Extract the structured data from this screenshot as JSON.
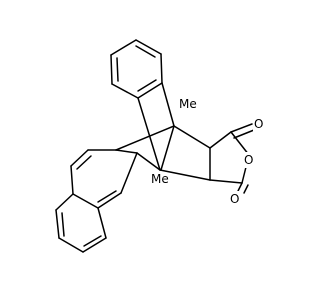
{
  "structure": {
    "atom_labels": {
      "methyl_top": "Me",
      "methyl_bottom": "Me",
      "carbonyl_oxygen_top": "O",
      "ring_oxygen": "O",
      "carbonyl_oxygen_bottom": "O"
    },
    "colors": {
      "bond": "#000000",
      "label": "#000000",
      "background": "#ffffff"
    }
  }
}
